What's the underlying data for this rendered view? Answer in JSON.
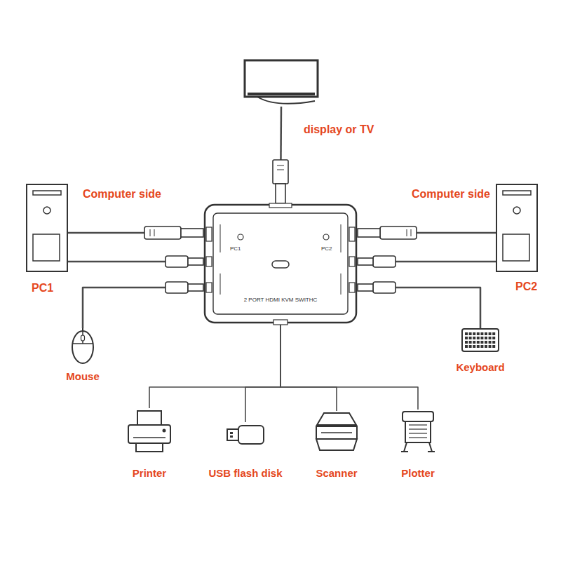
{
  "diagram": {
    "nodes": [
      {
        "text": [
          "display or TV"
        ]
      },
      {
        "text": [
          "Computer side",
          "PC1"
        ]
      },
      {
        "text": [
          "PC1",
          "PC2",
          "2 PORT HDMI KVM SWITHC"
        ]
      },
      {
        "text": [
          "Computer side",
          "PC2"
        ]
      },
      {
        "text": [
          "Mouse"
        ]
      },
      {
        "text": [
          "Keyboard"
        ]
      },
      {
        "text": [
          "Printer"
        ]
      },
      {
        "text": [
          "USB flash disk"
        ]
      },
      {
        "text": [
          "Scanner"
        ]
      },
      {
        "text": [
          "Plotter"
        ]
      }
    ],
    "edges": [
      {
        "from": 0,
        "to": 2,
        "arrow": "none"
      },
      {
        "from": 1,
        "to": 2,
        "arrow": "none"
      },
      {
        "from": 1,
        "to": 2,
        "arrow": "none"
      },
      {
        "from": 3,
        "to": 2,
        "arrow": "none"
      },
      {
        "from": 3,
        "to": 2,
        "arrow": "none"
      },
      {
        "from": 4,
        "to": 2,
        "arrow": "none"
      },
      {
        "from": 5,
        "to": 2,
        "arrow": "none"
      },
      {
        "from": 2,
        "to": 6,
        "arrow": "none"
      },
      {
        "from": 2,
        "to": 7,
        "arrow": "none"
      },
      {
        "from": 2,
        "to": 8,
        "arrow": "none"
      },
      {
        "from": 2,
        "to": 9,
        "arrow": "none"
      }
    ]
  }
}
